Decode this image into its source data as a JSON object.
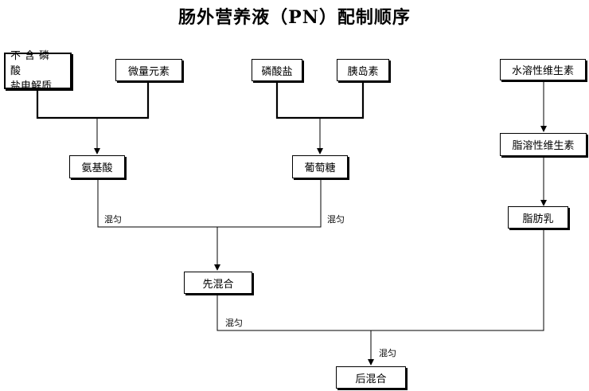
{
  "title": "肠外营养液（PN）配制顺序",
  "nodes": {
    "electrolyte_line1": "不含磷酸",
    "electrolyte_line2": "盐电解质",
    "trace_elements": "微量元素",
    "phosphate": "磷酸盐",
    "insulin": "胰岛素",
    "water_vitamins": "水溶性维生素",
    "amino_acids": "氨基酸",
    "glucose": "葡萄糖",
    "fat_vitamins": "脂溶性维生素",
    "fat_emulsion": "脂肪乳",
    "first_mix": "先混合",
    "final_mix": "后混合"
  },
  "edge_labels": {
    "mix_amino": "混匀",
    "mix_glucose": "混匀",
    "mix_first": "混匀",
    "mix_final": "混匀"
  }
}
